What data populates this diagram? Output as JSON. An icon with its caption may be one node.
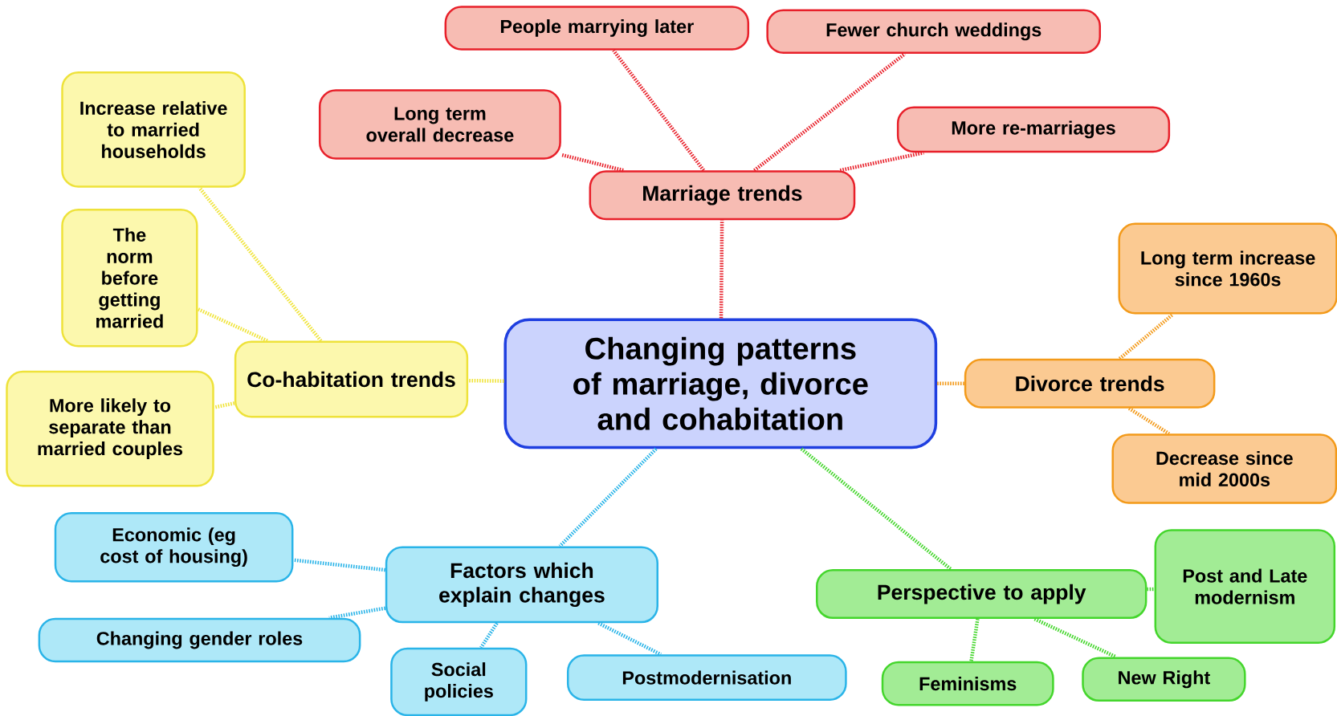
{
  "diagram": {
    "nodes": [
      {
        "text": [
          "Changing patterns of marriage, divorce and cohabitation"
        ]
      },
      {
        "text": [
          "Marriage trends"
        ]
      },
      {
        "text": [
          "People marrying later"
        ]
      },
      {
        "text": [
          "Fewer church weddings"
        ]
      },
      {
        "text": [
          "Long term overall decrease"
        ]
      },
      {
        "text": [
          "More re-marriages"
        ]
      },
      {
        "text": [
          "Divorce trends"
        ]
      },
      {
        "text": [
          "Long term increase since 1960s"
        ]
      },
      {
        "text": [
          "Decrease since mid 2000s"
        ]
      },
      {
        "text": [
          "Perspective to apply"
        ]
      },
      {
        "text": [
          "Post and Late modernism"
        ]
      },
      {
        "text": [
          "Feminisms"
        ]
      },
      {
        "text": [
          "New Right"
        ]
      },
      {
        "text": [
          "Factors which explain changes"
        ]
      },
      {
        "text": [
          "Economic (eg cost of housing)"
        ]
      },
      {
        "text": [
          "Changing gender roles"
        ]
      },
      {
        "text": [
          "Social policies"
        ]
      },
      {
        "text": [
          "Postmodernisation"
        ]
      },
      {
        "text": [
          "Co-habitation trends"
        ]
      },
      {
        "text": [
          "Increase relative to married households"
        ]
      },
      {
        "text": [
          "The norm before getting married"
        ]
      },
      {
        "text": [
          "More likely to separate than married couples"
        ]
      }
    ],
    "edges": [
      {
        "from": 0,
        "to": 1,
        "arrow": "none",
        "color": "#e8202a"
      },
      {
        "from": 1,
        "to": 4,
        "arrow": "none",
        "color": "#e8202a"
      },
      {
        "from": 1,
        "to": 2,
        "arrow": "none",
        "color": "#e8202a"
      },
      {
        "from": 1,
        "to": 3,
        "arrow": "none",
        "color": "#e8202a"
      },
      {
        "from": 1,
        "to": 5,
        "arrow": "none",
        "color": "#e8202a"
      },
      {
        "from": 0,
        "to": 6,
        "arrow": "none",
        "color": "#f39a1a"
      },
      {
        "from": 6,
        "to": 7,
        "arrow": "none",
        "color": "#f39a1a"
      },
      {
        "from": 6,
        "to": 8,
        "arrow": "none",
        "color": "#f39a1a"
      },
      {
        "from": 0,
        "to": 9,
        "arrow": "none",
        "color": "#44d62c"
      },
      {
        "from": 9,
        "to": 10,
        "arrow": "none",
        "color": "#44d62c"
      },
      {
        "from": 9,
        "to": 11,
        "arrow": "none",
        "color": "#44d62c"
      },
      {
        "from": 9,
        "to": 12,
        "arrow": "none",
        "color": "#44d62c"
      },
      {
        "from": 0,
        "to": 13,
        "arrow": "none",
        "color": "#2ab4e8"
      },
      {
        "from": 13,
        "to": 14,
        "arrow": "none",
        "color": "#2ab4e8"
      },
      {
        "from": 13,
        "to": 15,
        "arrow": "none",
        "color": "#2ab4e8"
      },
      {
        "from": 13,
        "to": 16,
        "arrow": "none",
        "color": "#2ab4e8"
      },
      {
        "from": 13,
        "to": 17,
        "arrow": "none",
        "color": "#2ab4e8"
      },
      {
        "from": 0,
        "to": 18,
        "arrow": "none",
        "color": "#f0e43a"
      },
      {
        "from": 18,
        "to": 19,
        "arrow": "none",
        "color": "#f0e43a"
      },
      {
        "from": 18,
        "to": 20,
        "arrow": "none",
        "color": "#f0e43a"
      },
      {
        "from": 18,
        "to": 21,
        "arrow": "none",
        "color": "#f0e43a"
      }
    ]
  }
}
